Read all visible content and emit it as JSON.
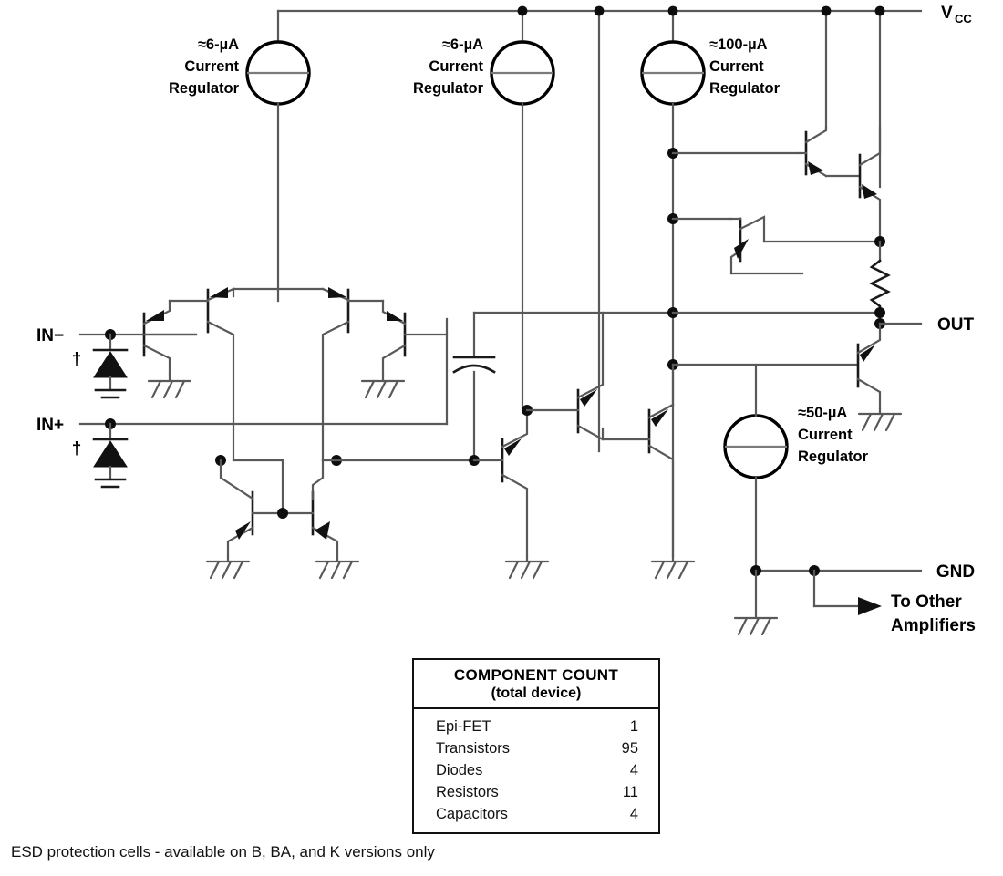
{
  "diagram": {
    "title": "Operational amplifier schematic",
    "pin_labels": {
      "vcc": "V",
      "vcc_sub": "CC",
      "out": "OUT",
      "gnd": "GND",
      "in_minus": "IN−",
      "in_plus": "IN+"
    },
    "annotations": {
      "to_other_amplifiers_line1": "To Other",
      "to_other_amplifiers_line2": "Amplifiers",
      "esd_dagger": "†"
    },
    "current_sources": [
      {
        "name": "cs-6ua-left",
        "value": "≈6-µA",
        "line2": "Current",
        "line3": "Regulator"
      },
      {
        "name": "cs-6ua-mid",
        "value": "≈6-µA",
        "line2": "Current",
        "line3": "Regulator"
      },
      {
        "name": "cs-100ua",
        "value": "≈100-µA",
        "line2": "Current",
        "line3": "Regulator"
      },
      {
        "name": "cs-50ua",
        "value": "≈50-µA",
        "line2": "Current",
        "line3": "Regulator"
      }
    ]
  },
  "component_count": {
    "title": "COMPONENT COUNT",
    "subtitle": "(total device)",
    "rows": [
      {
        "label": "Epi-FET",
        "value": "1"
      },
      {
        "label": "Transistors",
        "value": "95"
      },
      {
        "label": "Diodes",
        "value": "4"
      },
      {
        "label": "Resistors",
        "value": "11"
      },
      {
        "label": "Capacitors",
        "value": "4"
      }
    ]
  },
  "footnote": {
    "text": "ESD protection cells - available on B, BA, and K versions only"
  },
  "colors": {
    "wire": "#595959",
    "device": "#1a1a1a",
    "background": "#ffffff"
  }
}
